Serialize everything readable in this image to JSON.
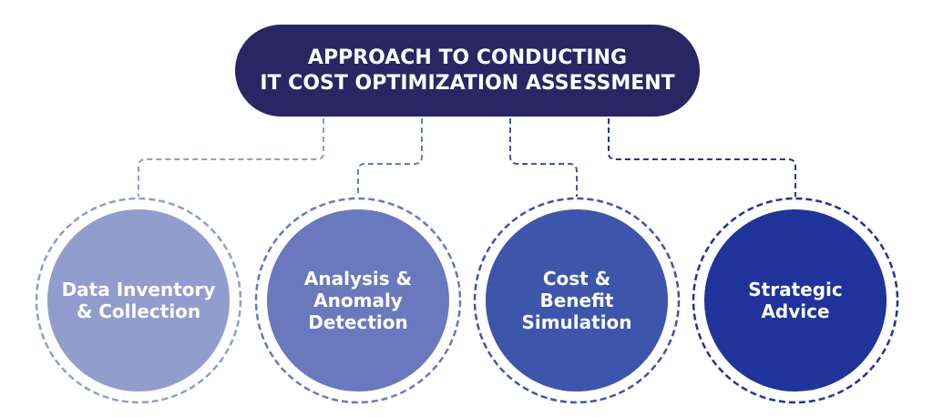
{
  "title": {
    "line1": "APPROACH TO CONDUCTING",
    "line2": "IT COST OPTIMIZATION ASSESSMENT"
  },
  "steps": [
    {
      "line1": "Data Inventory",
      "line2": "& Collection",
      "line3": "",
      "color": "#919dcd"
    },
    {
      "line1": "Analysis &",
      "line2": "Anomaly",
      "line3": "Detection",
      "color": "#6a79be"
    },
    {
      "line1": "Cost &",
      "line2": "Benefit",
      "line3": "Simulation",
      "color": "#3e55ac"
    },
    {
      "line1": "Strategic",
      "line2": "Advice",
      "line3": "",
      "color": "#1f339a"
    }
  ]
}
